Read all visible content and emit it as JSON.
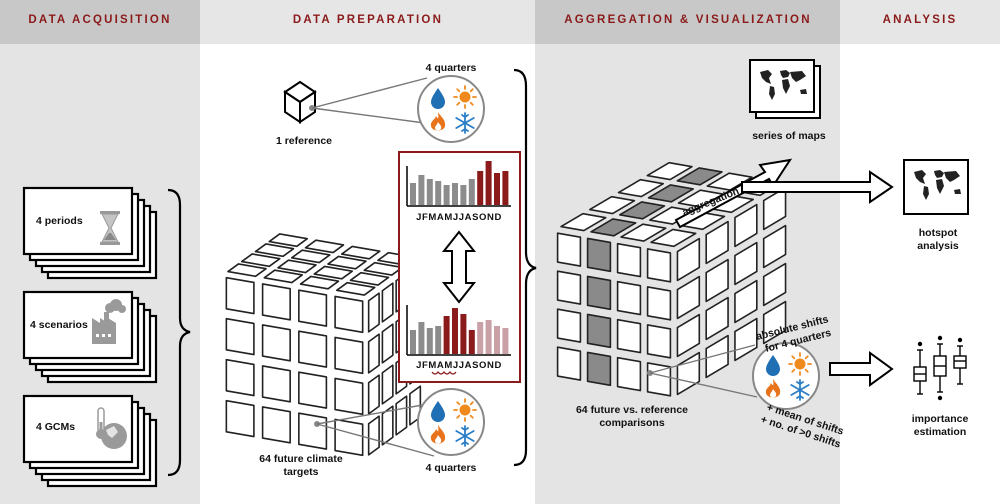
{
  "headers": {
    "acquisition": "DATA ACQUISITION",
    "preparation": "DATA PREPARATION",
    "aggregation": "AGGREGATION & VISUALIZATION",
    "analysis": "ANALYSIS"
  },
  "acquisition": {
    "periods": "4 periods",
    "scenarios": "4 scenarios",
    "gcms": "4 GCMs"
  },
  "preparation": {
    "reference": "1 reference",
    "quarters_top": "4 quarters",
    "quarters_bottom": "4 quarters",
    "future_targets_line1": "64 future climate",
    "future_targets_line2": "targets",
    "months_top": "JFMAMJJASOND",
    "months_bottom": "JFMAMJJASOND"
  },
  "aggregation": {
    "aggregation_label": "aggregation",
    "series_of_maps": "series of maps",
    "comparisons_line1": "64 future vs. reference",
    "comparisons_line2": "comparisons",
    "shifts_line1": "absolute shifts",
    "shifts_line2": "for 4 quarters",
    "mean_line1": "+ mean of shifts",
    "mean_line2": "+ no. of >0 shifts"
  },
  "analysis": {
    "hotspot_line1": "hotspot",
    "hotspot_line2": "analysis",
    "importance_line1": "importance",
    "importance_line2": "estimation"
  },
  "colors": {
    "header_text": "#8b1a1a",
    "panel_gray": "#e4e4e4",
    "header_band": "#c8c8c8",
    "accent_red": "#8b1a1a",
    "bar_gray": "#8c8c8c",
    "bar_pink": "#c9a0a6",
    "water_blue": "#1f6fb5",
    "sun_orange": "#f08a1c",
    "fire_orange": "#e8731a",
    "snow_blue": "#2a7ec7"
  },
  "icons": [
    "hourglass-icon",
    "factory-icon",
    "thermometer-globe-icon",
    "water-drop-icon",
    "sun-icon",
    "fire-icon",
    "snowflake-icon",
    "map-icon",
    "boxplot-icon"
  ]
}
